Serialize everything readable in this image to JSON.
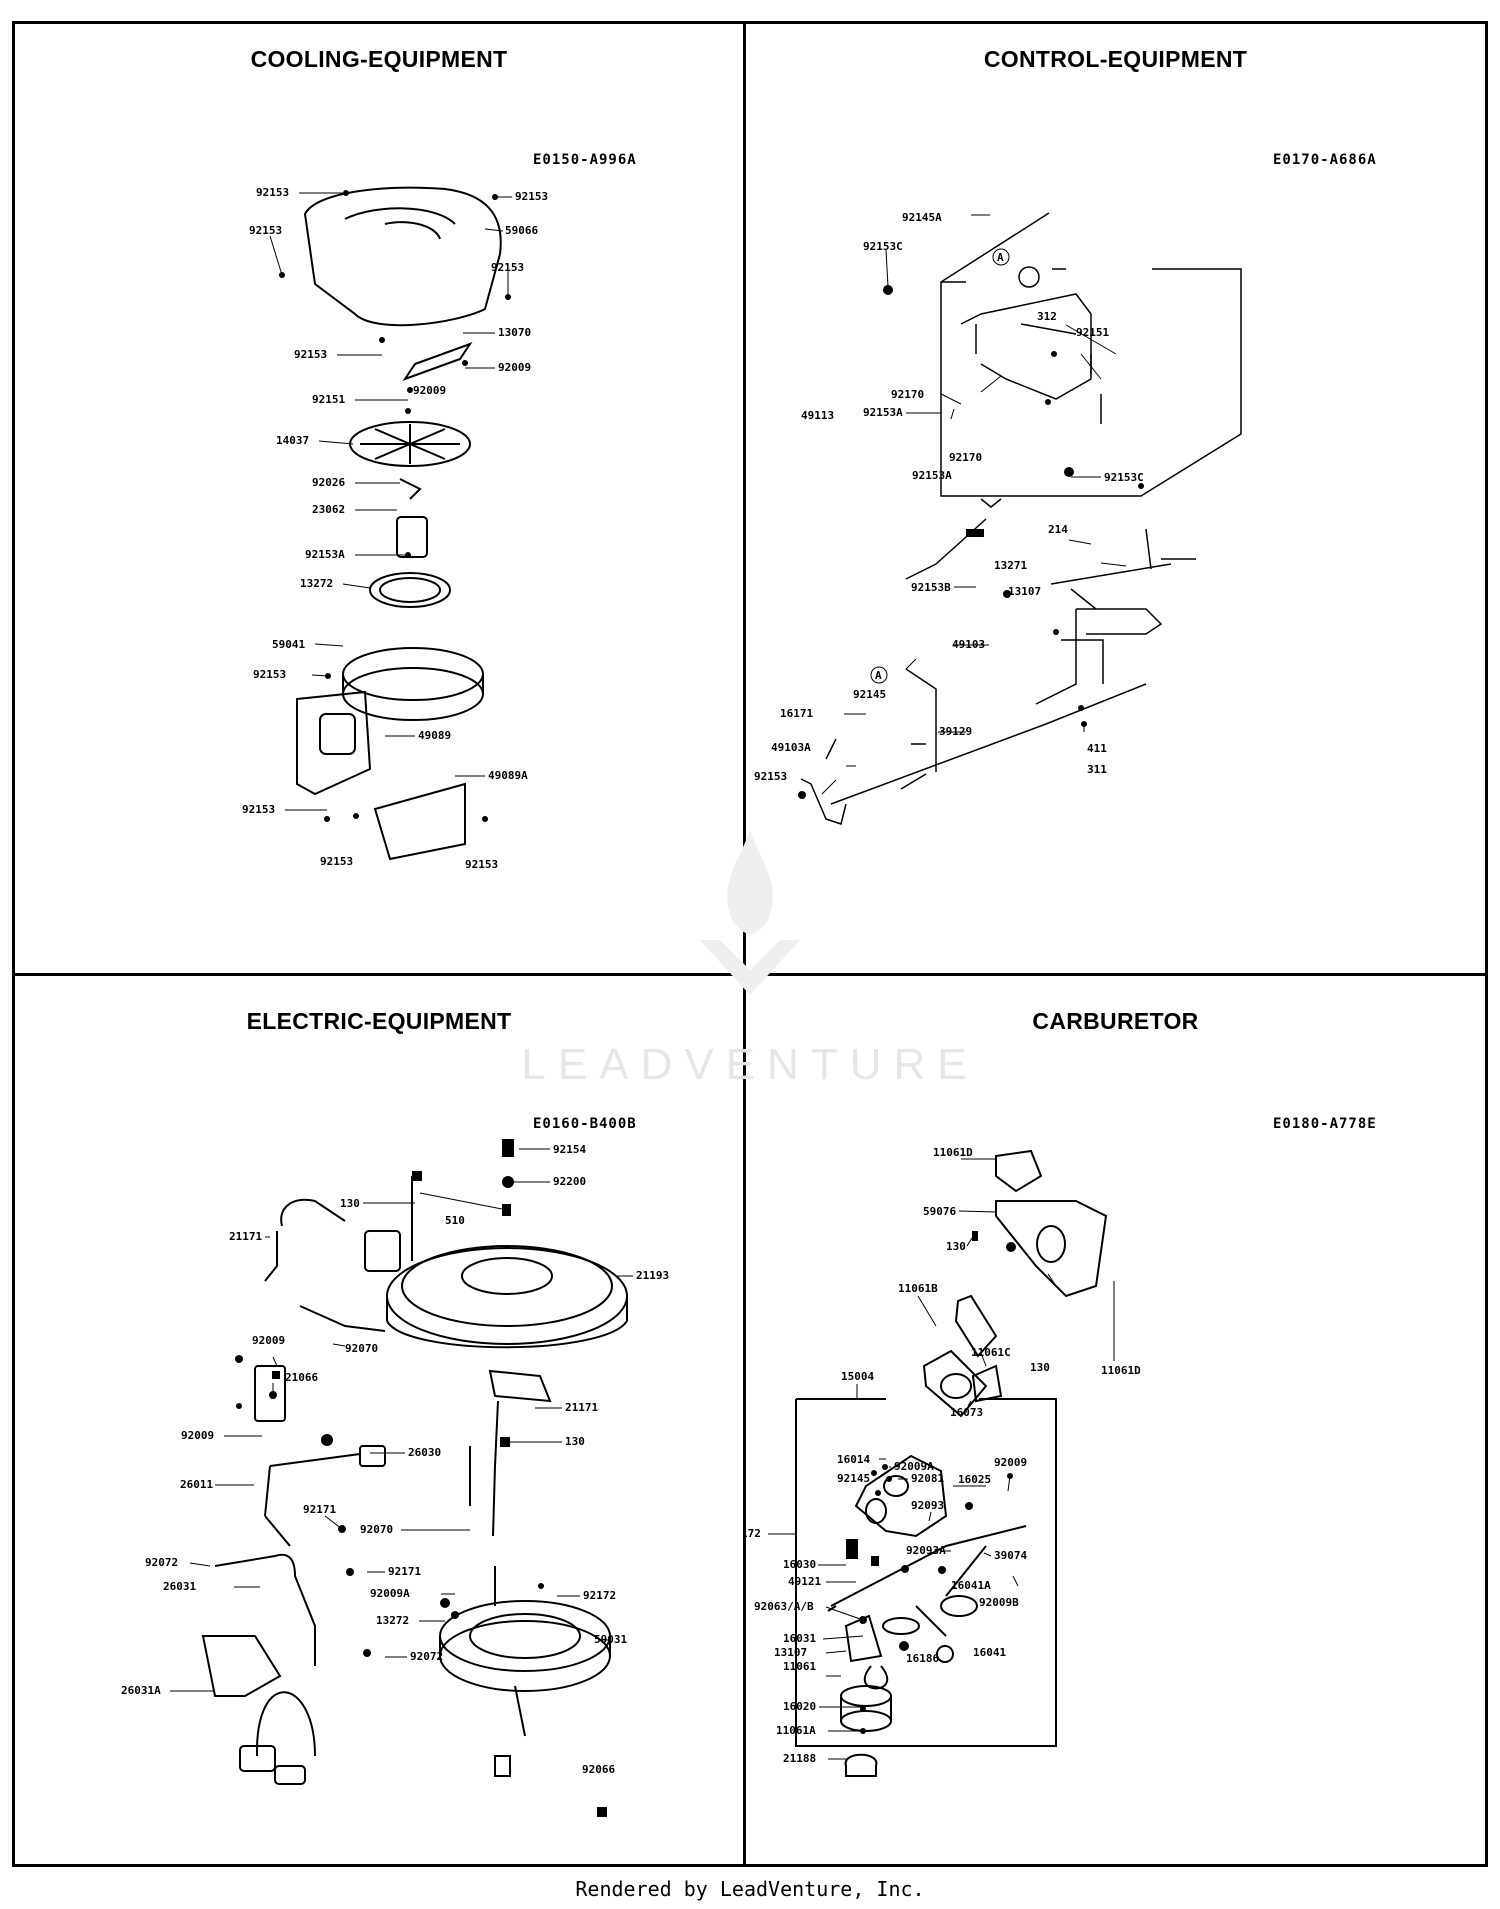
{
  "panels": {
    "cooling": {
      "title": "COOLING-EQUIPMENT",
      "code": "E0150-A996A",
      "labels": [
        "92153",
        "92153",
        "59066",
        "92153",
        "92153",
        "13070",
        "92153",
        "92009",
        "92009",
        "92151",
        "14037",
        "92026",
        "23062",
        "92153A",
        "13272",
        "59041",
        "92153",
        "49089",
        "49089A",
        "92153",
        "92153",
        "92153"
      ]
    },
    "control": {
      "title": "CONTROL-EQUIPMENT",
      "code": "E0170-A686A",
      "labels": [
        "92145A",
        "92153C",
        "A",
        "312",
        "92151",
        "92170",
        "92153A",
        "49113",
        "92170",
        "92153A",
        "92153C",
        "214",
        "13271",
        "92153B",
        "13107",
        "49103",
        "A",
        "92145",
        "16171",
        "39129",
        "49103A",
        "411",
        "92153",
        "311"
      ]
    },
    "electric": {
      "title": "ELECTRIC-EQUIPMENT",
      "code": "E0160-B400B",
      "labels": [
        "92154",
        "92200",
        "130",
        "510",
        "21171",
        "21193",
        "92009",
        "92070",
        "21066",
        "92009",
        "130",
        "26011",
        "21171",
        "26030",
        "92171",
        "92070",
        "92072",
        "92171",
        "26031",
        "92009A",
        "92172",
        "13272",
        "59031",
        "92072",
        "26031A",
        "92066"
      ]
    },
    "carburetor": {
      "title": "CARBURETOR",
      "code": "E0180-A778E",
      "labels": [
        "11061D",
        "59076",
        "130",
        "11061B",
        "11061C",
        "130",
        "11061D",
        "16073",
        "15004",
        "16014",
        "92009A",
        "92145",
        "92081",
        "16025",
        "92009",
        "92093",
        "172",
        "92093A",
        "39074",
        "16030",
        "16041A",
        "49121",
        "92009B",
        "92063/A/B",
        "16031",
        "13107",
        "16186",
        "16041",
        "11061",
        "16020",
        "11061A",
        "21188"
      ]
    }
  },
  "footer": "Rendered by LeadVenture, Inc.",
  "watermark": "LEADVENTURE"
}
